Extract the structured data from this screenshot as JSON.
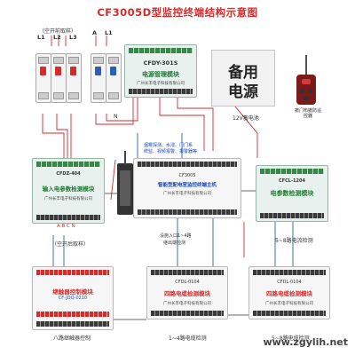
{
  "title": "CF3005D型监控终端结构示意图",
  "power_section": {
    "caption": "（空开前取样）",
    "phase_labels": [
      "L1",
      "L2",
      "L3"
    ],
    "single_labels": [
      "A",
      "L1"
    ],
    "neutral_label": "N"
  },
  "power_module": {
    "code": "CFDY-301S",
    "label": "电源管理模块",
    "maker": "广州长丰电子科技有限公司"
  },
  "battery": {
    "text_line1": "备用",
    "text_line2": "电源",
    "caption": "12V蓄电池"
  },
  "remote": {
    "caption": "撤门布撤防遥控器"
  },
  "annotation_top": {
    "line1": "烟雾探测、水浸、门门系",
    "line2": "统监、视频报警、报警器等"
  },
  "input_module": {
    "code": "CFDZ-404",
    "label": "输入电参数检测模块",
    "maker": "广州长丰电子科技有限公司",
    "terminal_labels": "A  B  C  N",
    "caption": "（空开后取样）"
  },
  "terminal_unit": {
    "code": "CF3005",
    "label": "智能型配电室监控终端主机",
    "maker": "广州长丰电子科技有限公司",
    "caption_line1": "设施入口1~4路",
    "caption_line2": "继出端检测"
  },
  "current_module": {
    "code": "CFCL-1204",
    "label": "电参数检测模块",
    "caption": "5~8路电流检测"
  },
  "relay_module": {
    "label": "继触器控制模块",
    "code": "CF-JDQ-0210",
    "caption": "八路继触器控制"
  },
  "circuit_module_1": {
    "code": "CFDL-0104",
    "label": "四路电缆检测模块",
    "maker": "广州长丰电子科技有限公司",
    "caption": "1~4路电缆检测"
  },
  "circuit_module_2": {
    "code": "CFDL-0104",
    "label": "四路电缆检测模块",
    "maker": "广州长丰电子科技有限公司",
    "caption": "5~8路电缆检测"
  },
  "watermark": "www.zgylih.net"
}
